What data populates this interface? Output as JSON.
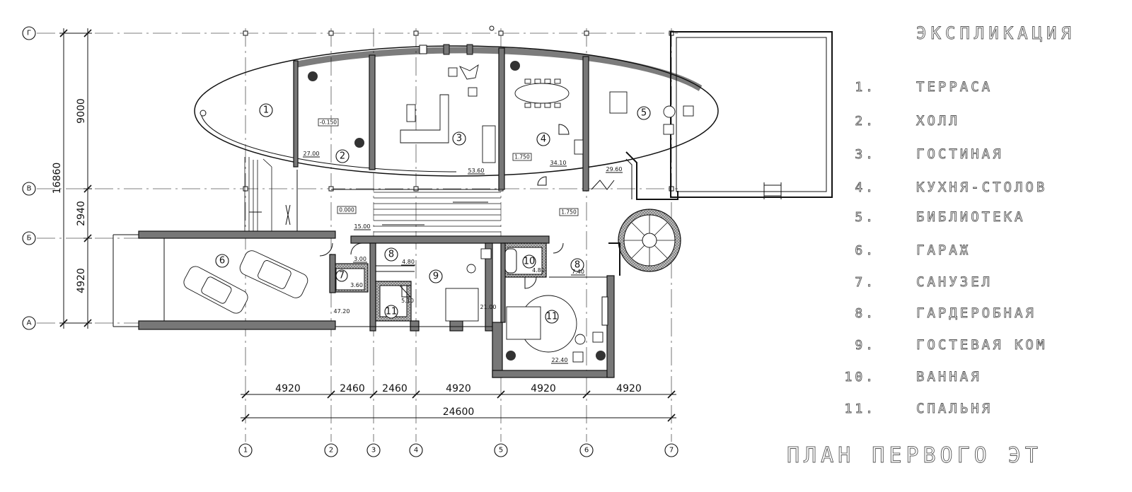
{
  "drawing": {
    "title": "ПЛАН ПЕРВОГО ЭТ",
    "legend_title": "ЭКСПЛИКАЦИЯ",
    "legend": [
      {
        "num": "1.",
        "name": "ТЕРРАСА"
      },
      {
        "num": "2.",
        "name": "ХОЛЛ"
      },
      {
        "num": "3.",
        "name": "ГОСТИНАЯ"
      },
      {
        "num": "4.",
        "name": "КУХНЯ-СТОЛОВ"
      },
      {
        "num": "5.",
        "name": "БИБЛИОТЕКА"
      },
      {
        "num": "6.",
        "name": "ГАРАЖ"
      },
      {
        "num": "7.",
        "name": "САНУЗЕЛ"
      },
      {
        "num": "8.",
        "name": "ГАРДЕРОБНАЯ"
      },
      {
        "num": "9.",
        "name": "ГОСТЕВАЯ КОМ"
      },
      {
        "num": "10.",
        "name": "ВАННАЯ"
      },
      {
        "num": "11.",
        "name": "СПАЛЬНЯ"
      }
    ],
    "axes_letters": [
      "Г",
      "В",
      "Б",
      "А"
    ],
    "axes_numbers": [
      "1",
      "2",
      "3",
      "4",
      "5",
      "6",
      "7"
    ],
    "dims_bottom": [
      "4920",
      "2460",
      "2460",
      "4920",
      "4920",
      "4920"
    ],
    "dim_total": "24600",
    "dims_left": [
      "9000",
      "2940",
      "4920"
    ],
    "dim_left_total": "16860",
    "room_numbers": [
      "1",
      "2",
      "3",
      "4",
      "5",
      "6",
      "7",
      "8",
      "9",
      "10",
      "11",
      "8",
      "11"
    ],
    "areas": [
      "27.00",
      "53.60",
      "34.10",
      "29.60",
      "15.00",
      "3.00",
      "3.60",
      "4.80",
      "5.10",
      "21.00",
      "4.80",
      "7.40",
      "47.20",
      "22.40"
    ],
    "levels": [
      "-0.150",
      "1.750",
      "0.000",
      "1.750"
    ]
  }
}
